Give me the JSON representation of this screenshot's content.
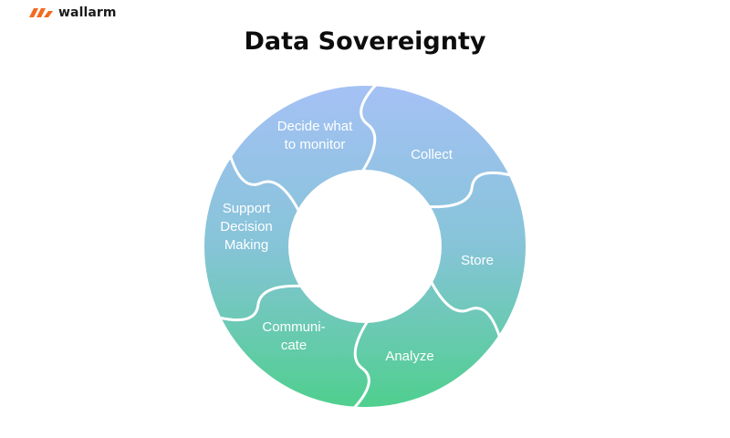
{
  "brand": {
    "name": "wallarm",
    "accent": "#f26a21"
  },
  "title": "Data Sovereignty",
  "cycle": {
    "gradient_top": "#a5c1f5",
    "gradient_bottom": "#4fcf8e",
    "steps": [
      {
        "lines": [
          "Decide what",
          "to monitor"
        ]
      },
      {
        "lines": [
          "Collect"
        ]
      },
      {
        "lines": [
          "Store"
        ]
      },
      {
        "lines": [
          "Analyze"
        ]
      },
      {
        "lines": [
          "Communi-",
          "cate"
        ]
      },
      {
        "lines": [
          "Support",
          "Decision",
          "Making"
        ]
      }
    ]
  }
}
